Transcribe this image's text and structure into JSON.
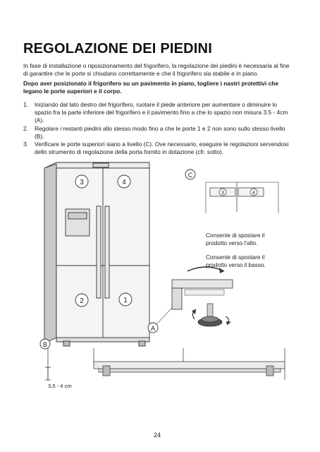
{
  "section": {
    "title": "REGOLAZIONE DEI PIEDINI",
    "intro": "In fase di installazione o riposizionamento del frigorifero, la regolazione dei piedini è necessaria al fine di garantire che le porte si chiudano correttamente e che il frigorifero sia stabile e in piano.",
    "warning": "Dopo aver posizionato il frigorifero su un pavimento in piano, togliere i nastri protettivi che legano le porte superiori e il corpo.",
    "steps": [
      {
        "num": "1.",
        "text": "Iniziando dal lato destro del frigorifero, ruotare il piede anteriore per aumentare o diminuire lo spazio fra la parte inferiore del frigorifero e il pavimento fino a che lo spazio non misura 3.5 - 4cm (A)."
      },
      {
        "num": "2.",
        "text": "Regolare i restanti piedini allo stesso modo fino a che le porte 1 e 2 non sono sullo stesso livello (B)."
      },
      {
        "num": "3.",
        "text": "Verificare le porte superiori siano a livello (C). Ove necessario, eseguire le regolazioni servendosi dello strumento di regolazione della porta fornito in dotazione (cfr. sotto)."
      }
    ]
  },
  "figure": {
    "door_labels": [
      "1",
      "2",
      "3",
      "4"
    ],
    "callouts": {
      "a": "A",
      "b": "B",
      "c": "C"
    },
    "detail_labels": [
      "3",
      "4"
    ],
    "measurement": "3,5 - 4 cm",
    "note_up": "Consente di spostare il prodotto verso l'alto.",
    "note_down": "Consente di spostare il prodotto verso il basso."
  },
  "page_number": "24"
}
